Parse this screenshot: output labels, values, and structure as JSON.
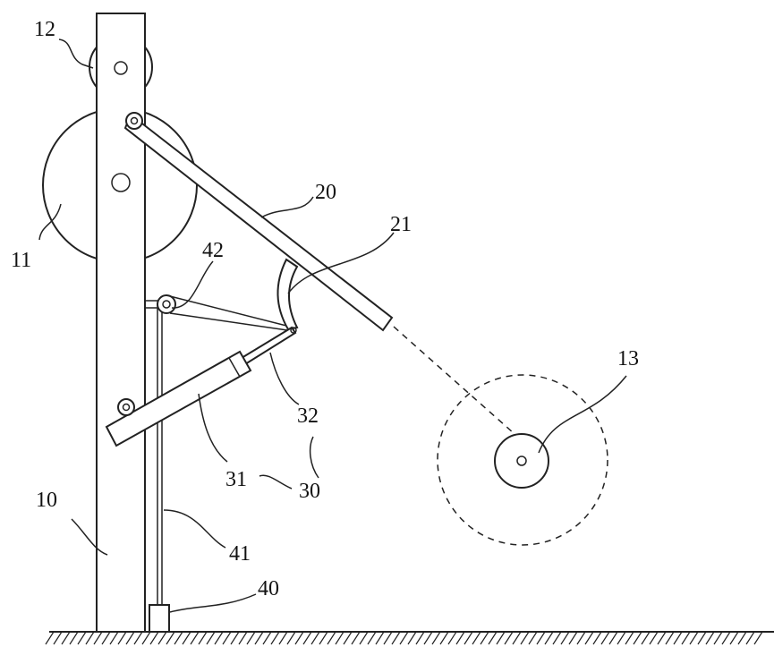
{
  "labels": {
    "l10": "10",
    "l11": "11",
    "l12": "12",
    "l13": "13",
    "l20": "20",
    "l21": "21",
    "l30": "30",
    "l31": "31",
    "l32": "32",
    "l40": "40",
    "l41": "41",
    "l42": "42"
  }
}
